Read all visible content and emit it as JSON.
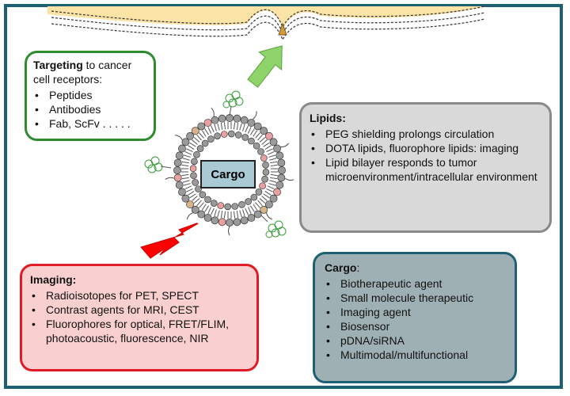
{
  "targeting": {
    "title": "Targeting",
    "title_rest": " to cancer cell receptors:",
    "items": [
      "Peptides",
      "Antibodies",
      "Fab, ScFv . . . . ."
    ]
  },
  "lipids": {
    "title": "Lipids:",
    "items": [
      "PEG shielding prolongs circulation",
      "DOTA lipids, fluorophore lipids: imaging",
      "Lipid bilayer responds to tumor microenvironment/intracellular environment"
    ]
  },
  "imaging": {
    "title": "Imaging:",
    "items": [
      "Radioisotopes for PET, SPECT",
      "Contrast agents for MRI, CEST",
      "Fluorophores for optical, FRET/FLIM, photoacoustic, fluorescence, NIR"
    ]
  },
  "cargo_box": {
    "title": "Cargo",
    "title_suffix": ":",
    "items": [
      "Biotherapeutic agent",
      "Small molecule therapeutic",
      "Imaging agent",
      "Biosensor",
      "pDNA/siRNA",
      "Multimodal/multifunctional"
    ]
  },
  "liposome": {
    "core_label": "Cargo"
  },
  "colors": {
    "frame": "#1f5f74",
    "targeting_border": "#2e8b2e",
    "lipids_fill": "#d9d9d9",
    "imaging_border": "#e01b24",
    "imaging_fill": "#f9d0cf",
    "cargo_fill": "#9fb0b4",
    "cell_fill": "#fce3a6",
    "arrow_green": "#8ed46a",
    "bolt_red": "#ff0000"
  }
}
